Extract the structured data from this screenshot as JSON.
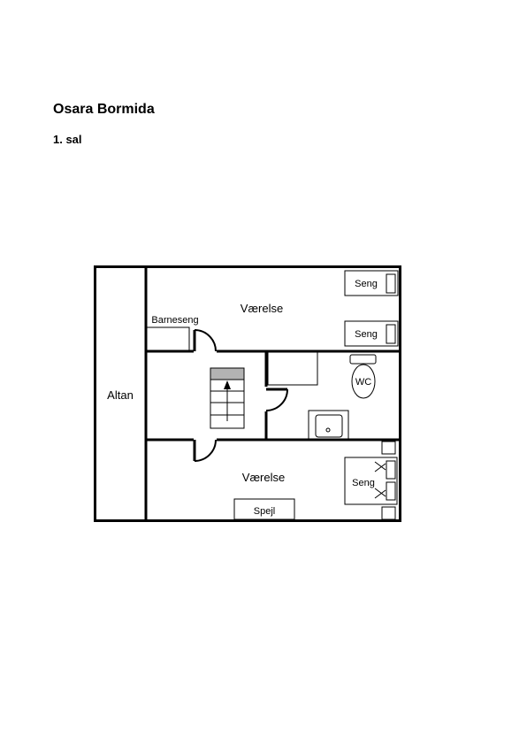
{
  "document": {
    "title": "Osara Bormida",
    "floor": "1. sal"
  },
  "plan": {
    "labels": {
      "balcony": "Altan",
      "room_top": "Værelse",
      "room_bottom": "Værelse",
      "crib": "Barneseng",
      "bed_top_1": "Seng",
      "bed_top_2": "Seng",
      "bed_bottom": "Seng",
      "wc": "WC",
      "mirror": "Spejl"
    }
  }
}
